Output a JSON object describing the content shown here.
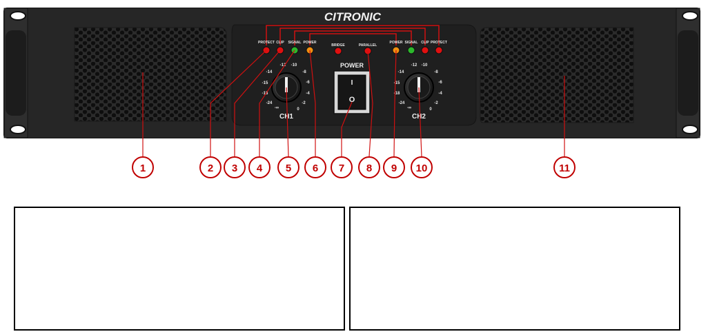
{
  "brand": "CITRONIC",
  "labels": {
    "protect_l": "PROTECT",
    "clip_l": "CLIP",
    "signal_l": "SIGNAL",
    "power_l": "POWER",
    "bridge": "BRIDGE",
    "parallel": "PARALLEL",
    "power_r": "POWER",
    "signal_r": "SIGNAL",
    "clip_r": "CLIP",
    "protect_r": "PROTECT",
    "power_switch": "POWER",
    "switch_on": "I",
    "switch_off": "O",
    "ch1": "CH1",
    "ch2": "CH2"
  },
  "scale_ch1": [
    "-12",
    "-10",
    "-8",
    "-6",
    "-4",
    "-2",
    "0",
    "-∞",
    "-24",
    "-18",
    "-15",
    "-14"
  ],
  "scale_ch2": [
    "-12",
    "-10",
    "-8",
    "-6",
    "-4",
    "-2",
    "0",
    "-∞",
    "-24",
    "-18",
    "-15",
    "-14"
  ],
  "callouts": [
    "1",
    "2",
    "3",
    "4",
    "5",
    "6",
    "7",
    "8",
    "9",
    "10",
    "11"
  ],
  "colors": {
    "panel": "#262626",
    "led_red": "#e01010",
    "led_green": "#2cb82c",
    "led_orange": "#f09010",
    "callout": "#c00000",
    "bracket_line": "#d01010"
  }
}
